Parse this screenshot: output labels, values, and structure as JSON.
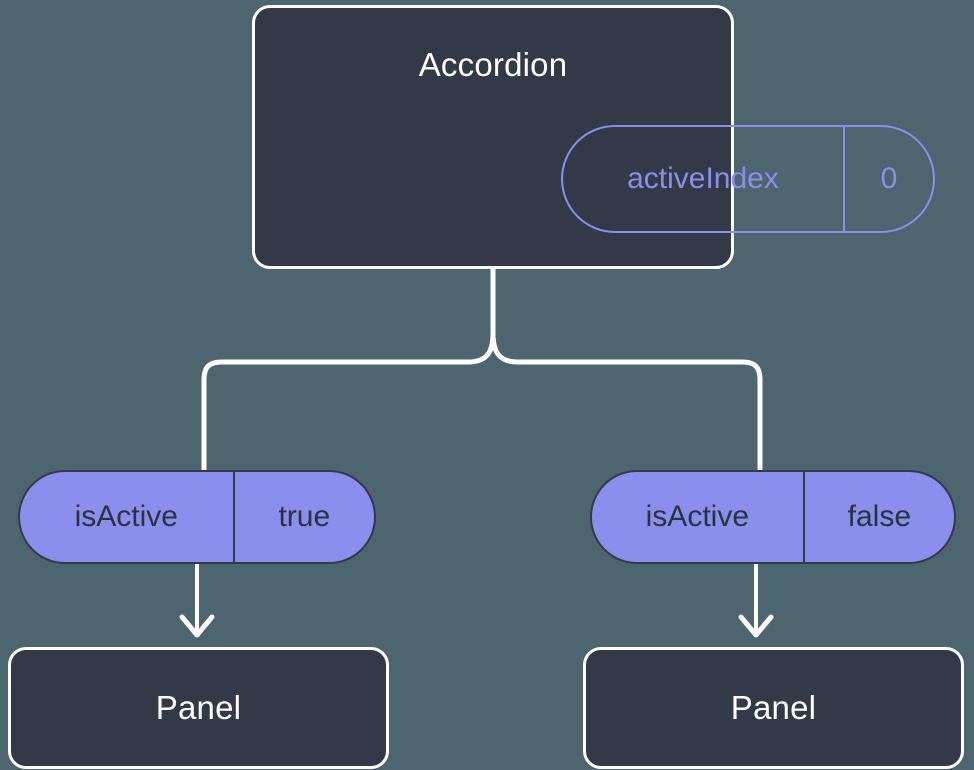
{
  "diagram": {
    "type": "component-state-tree",
    "background_color": "#4c656e",
    "card_color": "#333a47",
    "accent_color": "#8a8eec",
    "stroke_color": "#ffffff",
    "root": {
      "title": "Accordion",
      "state": {
        "key": "activeIndex",
        "value": "0"
      }
    },
    "branches": [
      {
        "prop": {
          "key": "isActive",
          "value": "true"
        },
        "child": {
          "title": "Panel"
        }
      },
      {
        "prop": {
          "key": "isActive",
          "value": "false"
        },
        "child": {
          "title": "Panel"
        }
      }
    ]
  }
}
